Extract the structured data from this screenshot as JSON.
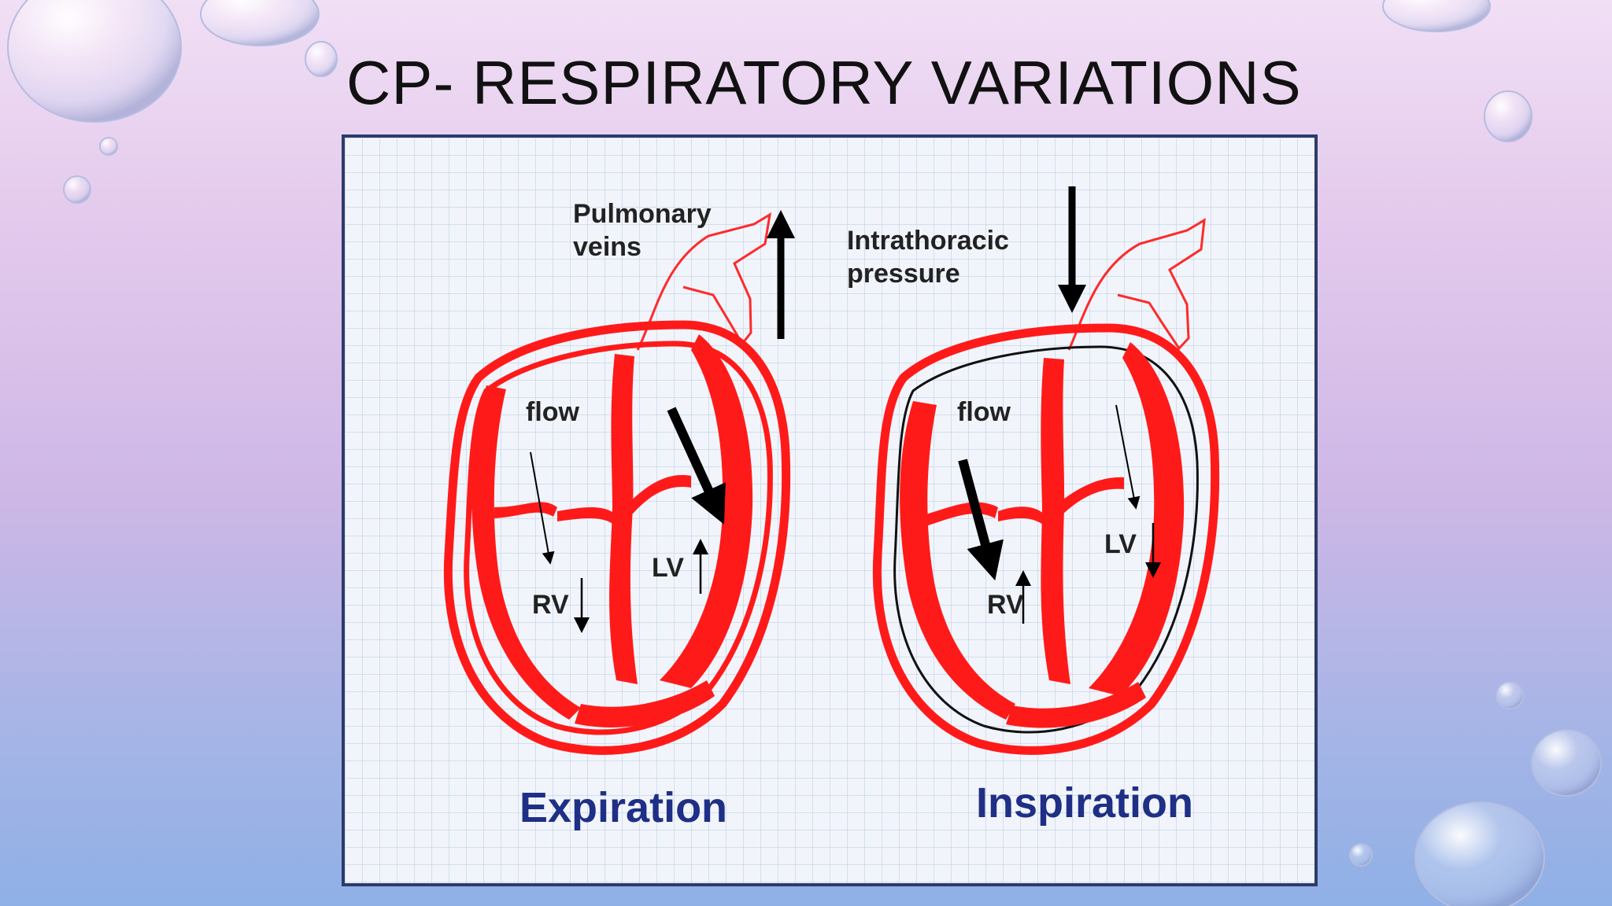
{
  "slide": {
    "title": "CP- RESPIRATORY VARIATIONS"
  },
  "figure": {
    "expiration": {
      "phase_label": "Expiration",
      "annotation": [
        "Pulmonary",
        "veins"
      ],
      "flow_label": "flow",
      "rv_label": "RV",
      "lv_label": "LV"
    },
    "inspiration": {
      "phase_label": "Inspiration",
      "annotation": [
        "Intrathoracic",
        "pressure"
      ],
      "flow_label": "flow",
      "rv_label": "RV",
      "lv_label": "LV"
    }
  },
  "colors": {
    "heart_red": "#ff1a1a",
    "phase_blue": "#1f2f86",
    "frame_border": "#2c3b6c",
    "grid_line": "#c9d6e6"
  }
}
